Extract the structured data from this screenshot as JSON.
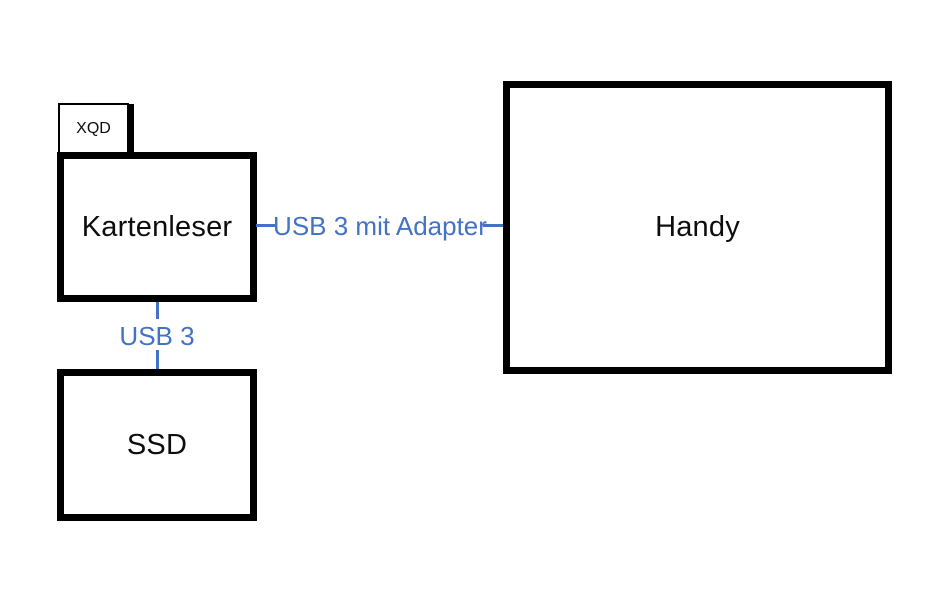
{
  "colors": {
    "background": "#FFFFFF",
    "shape_border": "#000000",
    "connector_blue": "#4472C4",
    "label_text": "#0D0D0D"
  },
  "nodes": {
    "xqd": {
      "label": "XQD"
    },
    "kartenleser": {
      "label": "Kartenleser"
    },
    "handy": {
      "label": "Handy"
    },
    "ssd": {
      "label": "SSD"
    }
  },
  "connections": {
    "kartenleser_handy": {
      "label": "USB 3 mit Adapter",
      "from": "Kartenleser",
      "to": "Handy",
      "style": "dashed-blue"
    },
    "kartenleser_ssd": {
      "label": "USB 3",
      "from": "Kartenleser",
      "to": "SSD",
      "style": "dashed-blue"
    }
  }
}
